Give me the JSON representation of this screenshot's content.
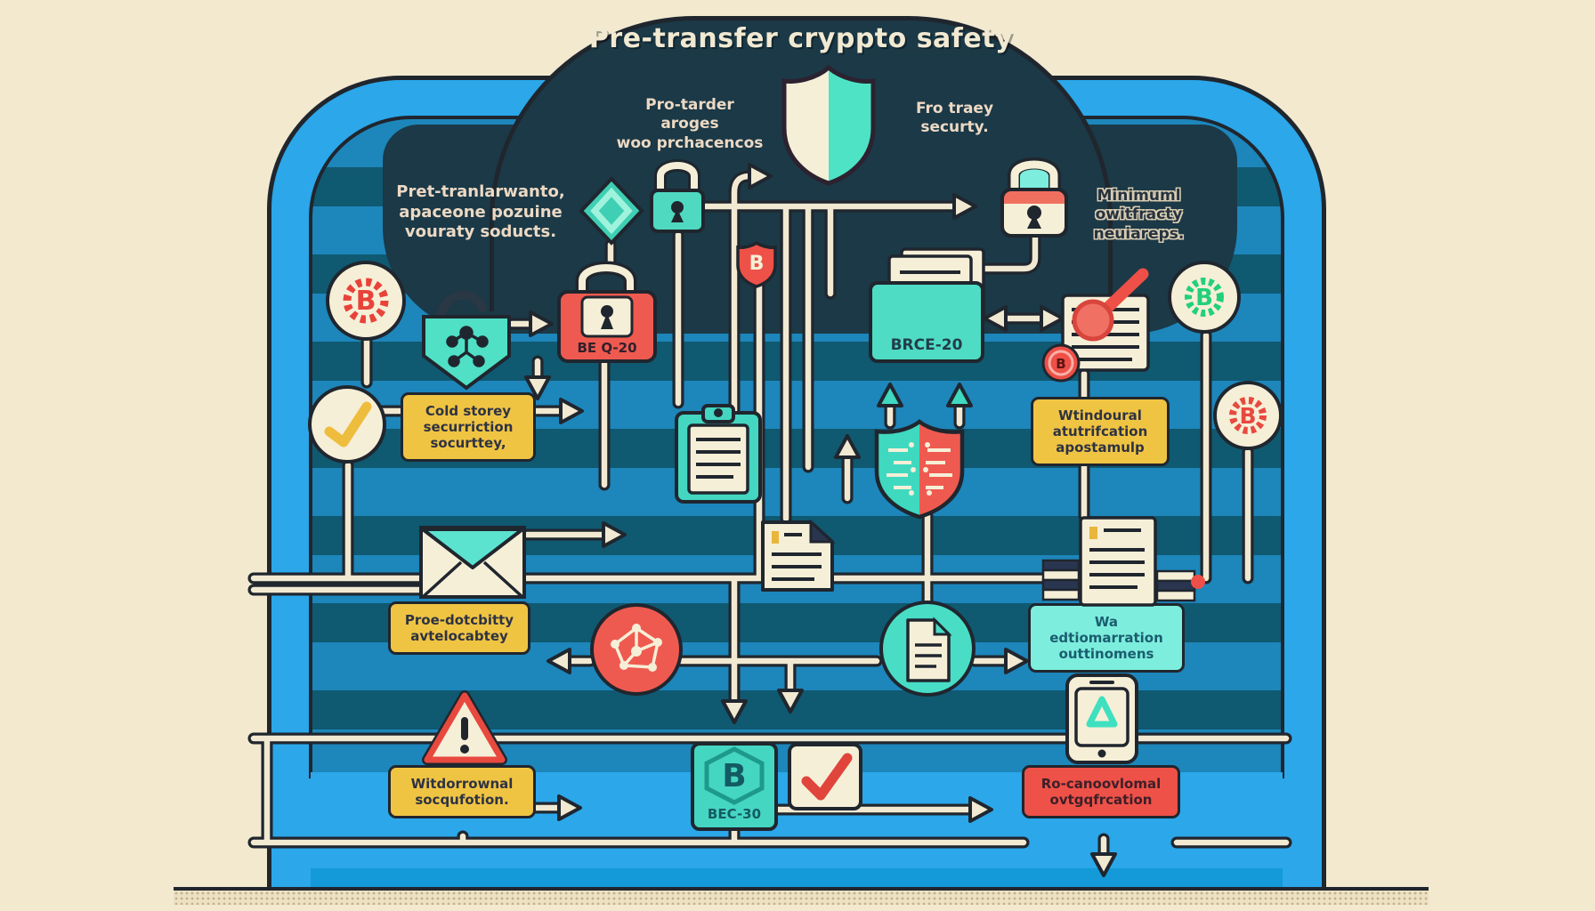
{
  "title": "Pre-transfer cryppto safety",
  "notes": {
    "top_left": {
      "line1": "Pro-tarder aroges",
      "line2": "woo prchacencos"
    },
    "top_right": {
      "line1": "Fro traey",
      "line2": "securty."
    },
    "left": {
      "line1": "Pret-tranlarwanto,",
      "line2": "apaceone pozuine",
      "line3": "vouraty soducts."
    },
    "right": {
      "line1": "Minimuml",
      "line2": "owitfracty",
      "line3": "neuiareps."
    }
  },
  "boxes": {
    "cold_storage": {
      "line1": "Cold storey",
      "line2": "securriction",
      "line3": "socurttey,"
    },
    "be_q20": {
      "label": "BE Q-20"
    },
    "brce20": {
      "label": "BRCE-20"
    },
    "withdrawal_auth": {
      "line1": "Wtindoural",
      "line2": "atutrifcation",
      "line3": "apostamulp"
    },
    "pre_dot": {
      "line1": "Proe-dotcbitty",
      "line2": "avtelocabtey"
    },
    "wa_auth": {
      "line1": "Wa edtiomarration",
      "line2": "outtinomens"
    },
    "withdrawal_seq": {
      "line1": "Witdorrownal",
      "line2": "socqufotion."
    },
    "bec30": {
      "label": "BEC-30",
      "symbol": "B"
    },
    "final_verification": {
      "line1": "Ro-canoovlomal",
      "line2": "ovtgqfrcation"
    }
  },
  "icons": {
    "bitcoin_symbol": "B",
    "shield_b": "B",
    "names": [
      "shield-icon",
      "lock-icon",
      "unlock-icon",
      "diamond-icon",
      "bitcoin-coin-icon",
      "checkmark-icon",
      "clipboard-icon",
      "envelope-icon",
      "document-icon",
      "split-shield-icon",
      "magnifier-papers-icon",
      "gear-coin-icon",
      "network-icon",
      "warning-icon",
      "phone-icon",
      "books-icon"
    ]
  },
  "palette": {
    "background": "#f2e9cf",
    "shape_blue": "#2ba7ea",
    "band_blue": "#1d86bb",
    "band_dark": "#0f5971",
    "navy": "#1b3947",
    "teal": "#49ddc6",
    "salmon": "#ee5148",
    "yellow": "#f0c443",
    "cream": "#f4edd6",
    "outline": "#20262e"
  }
}
